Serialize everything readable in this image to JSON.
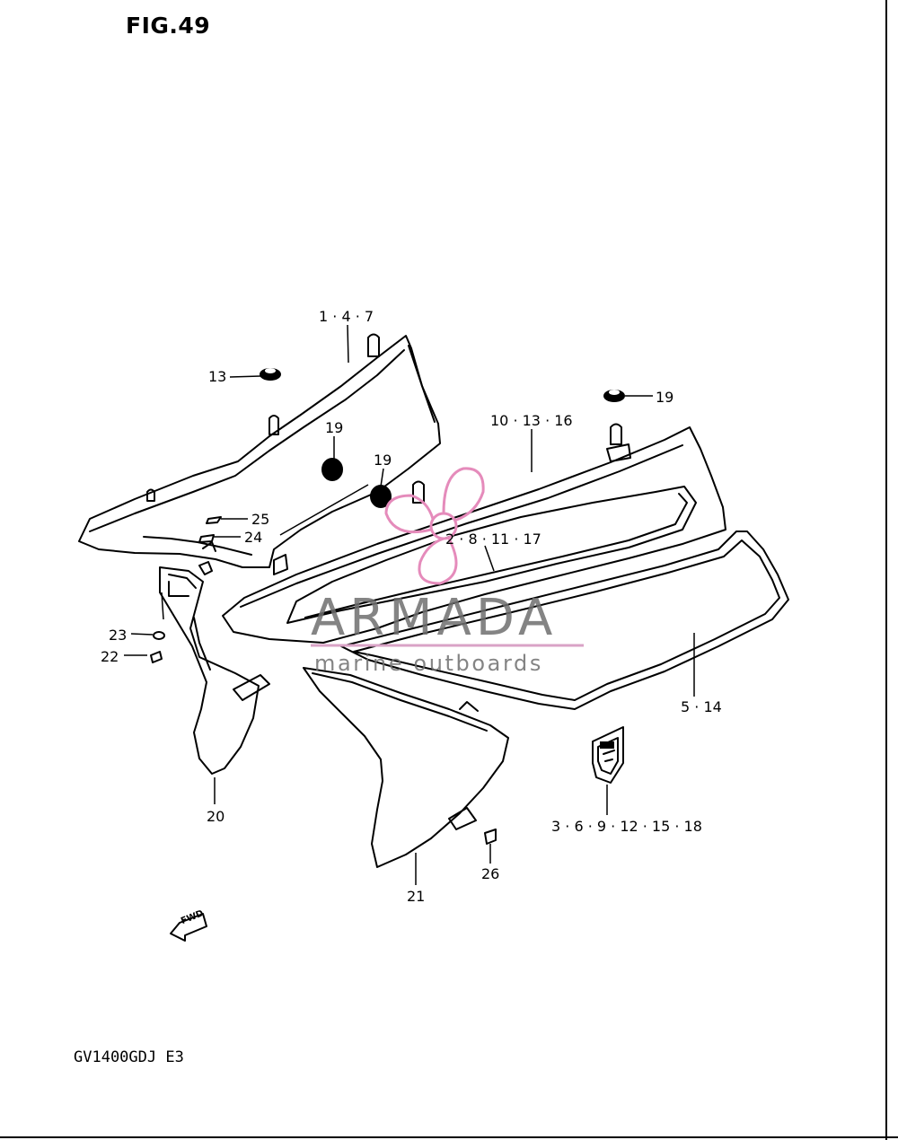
{
  "figure": {
    "title": "FIG.49",
    "model": "GV1400GDJ E3",
    "fwd_label": "FWD"
  },
  "watermark": {
    "brand": "ARMADA",
    "tagline": "marine outboards",
    "logo_color": "#e58bbb",
    "text_color": "#6f6f6f",
    "rule_color": "#d9a3c6"
  },
  "callouts": {
    "c1": "1 · 4 · 7",
    "c2": "13",
    "c3": "19",
    "c4": "19",
    "c5": "10 · 13 · 16",
    "c6": "19",
    "c7": "25",
    "c8": "24",
    "c9": "2 · 8 · 11 · 17",
    "c10": "23",
    "c11": "22",
    "c12": "5 · 14",
    "c13": "20",
    "c14": "3 · 6 · 9 · 12 · 15 · 18",
    "c15": "26",
    "c16": "21"
  }
}
